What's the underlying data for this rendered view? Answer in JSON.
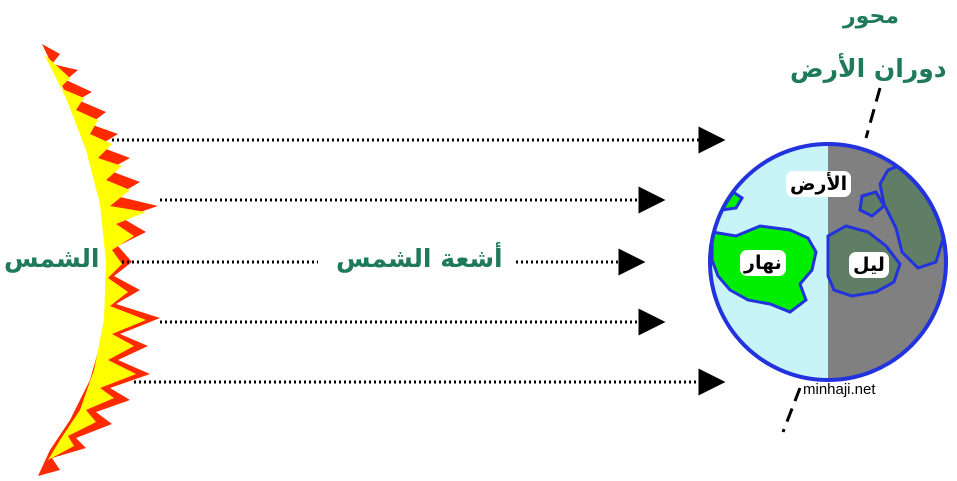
{
  "labels": {
    "sun": "الشمس",
    "sun_rays": "أشعة الشمس",
    "axis_line1": "محور",
    "axis_line2": "دوران الأرض",
    "earth": "الأرض",
    "day": "نهار",
    "night": "ليل",
    "credit": "minhaji.net"
  },
  "colors": {
    "sun_outer": "#ff2a00",
    "sun_inner": "#ffff00",
    "ocean_day": "#c8f4f8",
    "land_day": "#00ee00",
    "night_side": "#808080",
    "night_land": "#5f7e65",
    "earth_outline": "#2233dd",
    "label_green": "#1f7a5c"
  }
}
